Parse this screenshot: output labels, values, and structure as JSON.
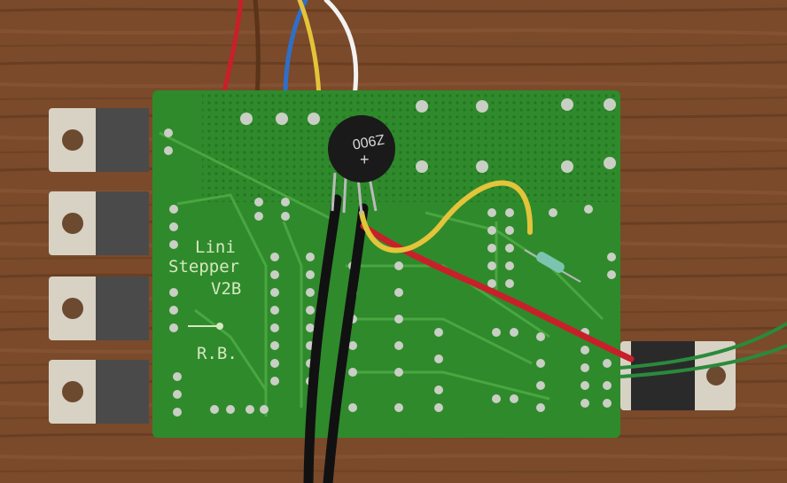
{
  "board": {
    "title_line1": "Lini",
    "title_line2": "Stepper",
    "version": "V2B",
    "initials": "R.B."
  },
  "bridge_rectifier": {
    "marking": "Z900",
    "polarity": "+"
  },
  "colors": {
    "table": "#7a4a2a",
    "pcb": "#2f8a2c",
    "silkscreen": "#d6e8c0",
    "heatsink": "#d8d2c4",
    "wire_red": "#c8202a",
    "wire_brown": "#5a3418",
    "wire_blue": "#2f6fc8",
    "wire_yellow": "#e3c43a",
    "wire_white": "#f2f2f2",
    "wire_black": "#111111",
    "wire_green": "#2a8a3c"
  },
  "icons": [
    "transistor-heatsink-icon",
    "bridge-rectifier-icon",
    "resistor-icon",
    "voltage-regulator-icon"
  ]
}
